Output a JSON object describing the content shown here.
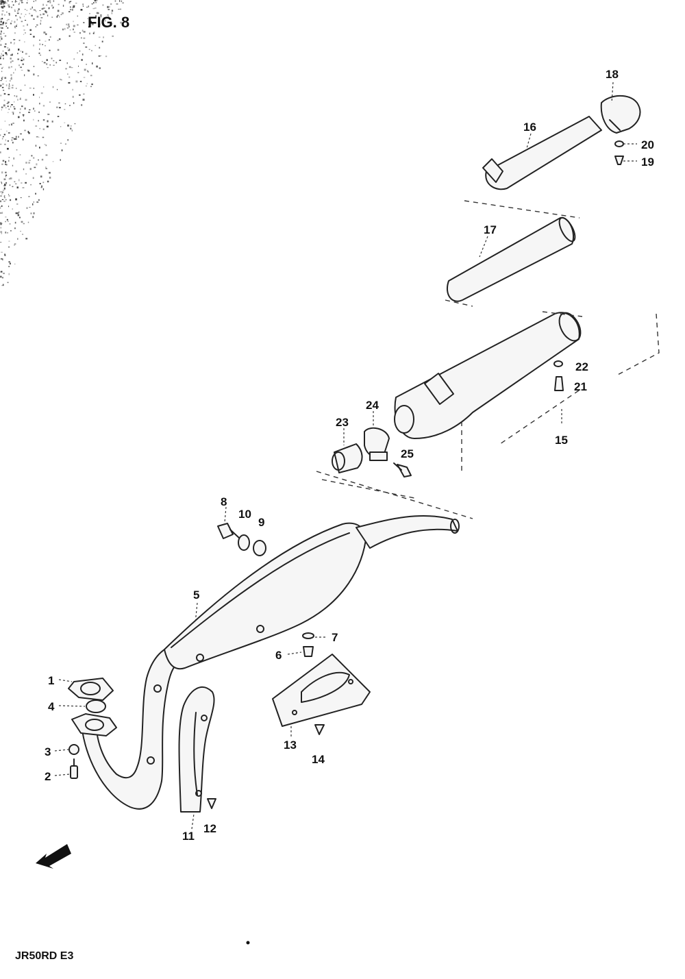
{
  "figure": {
    "title": "FIG. 8",
    "model": "JR50RD  E3"
  },
  "parts": {
    "p1": "1",
    "p2": "2",
    "p3": "3",
    "p4": "4",
    "p5": "5",
    "p6": "6",
    "p7": "7",
    "p8": "8",
    "p9": "9",
    "p10": "10",
    "p11": "11",
    "p12": "12",
    "p13": "13",
    "p14": "14",
    "p15": "15",
    "p16": "16",
    "p17": "17",
    "p18": "18",
    "p19": "19",
    "p20": "20",
    "p21": "21",
    "p22": "22",
    "p23": "23",
    "p24": "24",
    "p25": "25"
  },
  "colors": {
    "ink": "#111111",
    "paper": "#ffffff"
  }
}
